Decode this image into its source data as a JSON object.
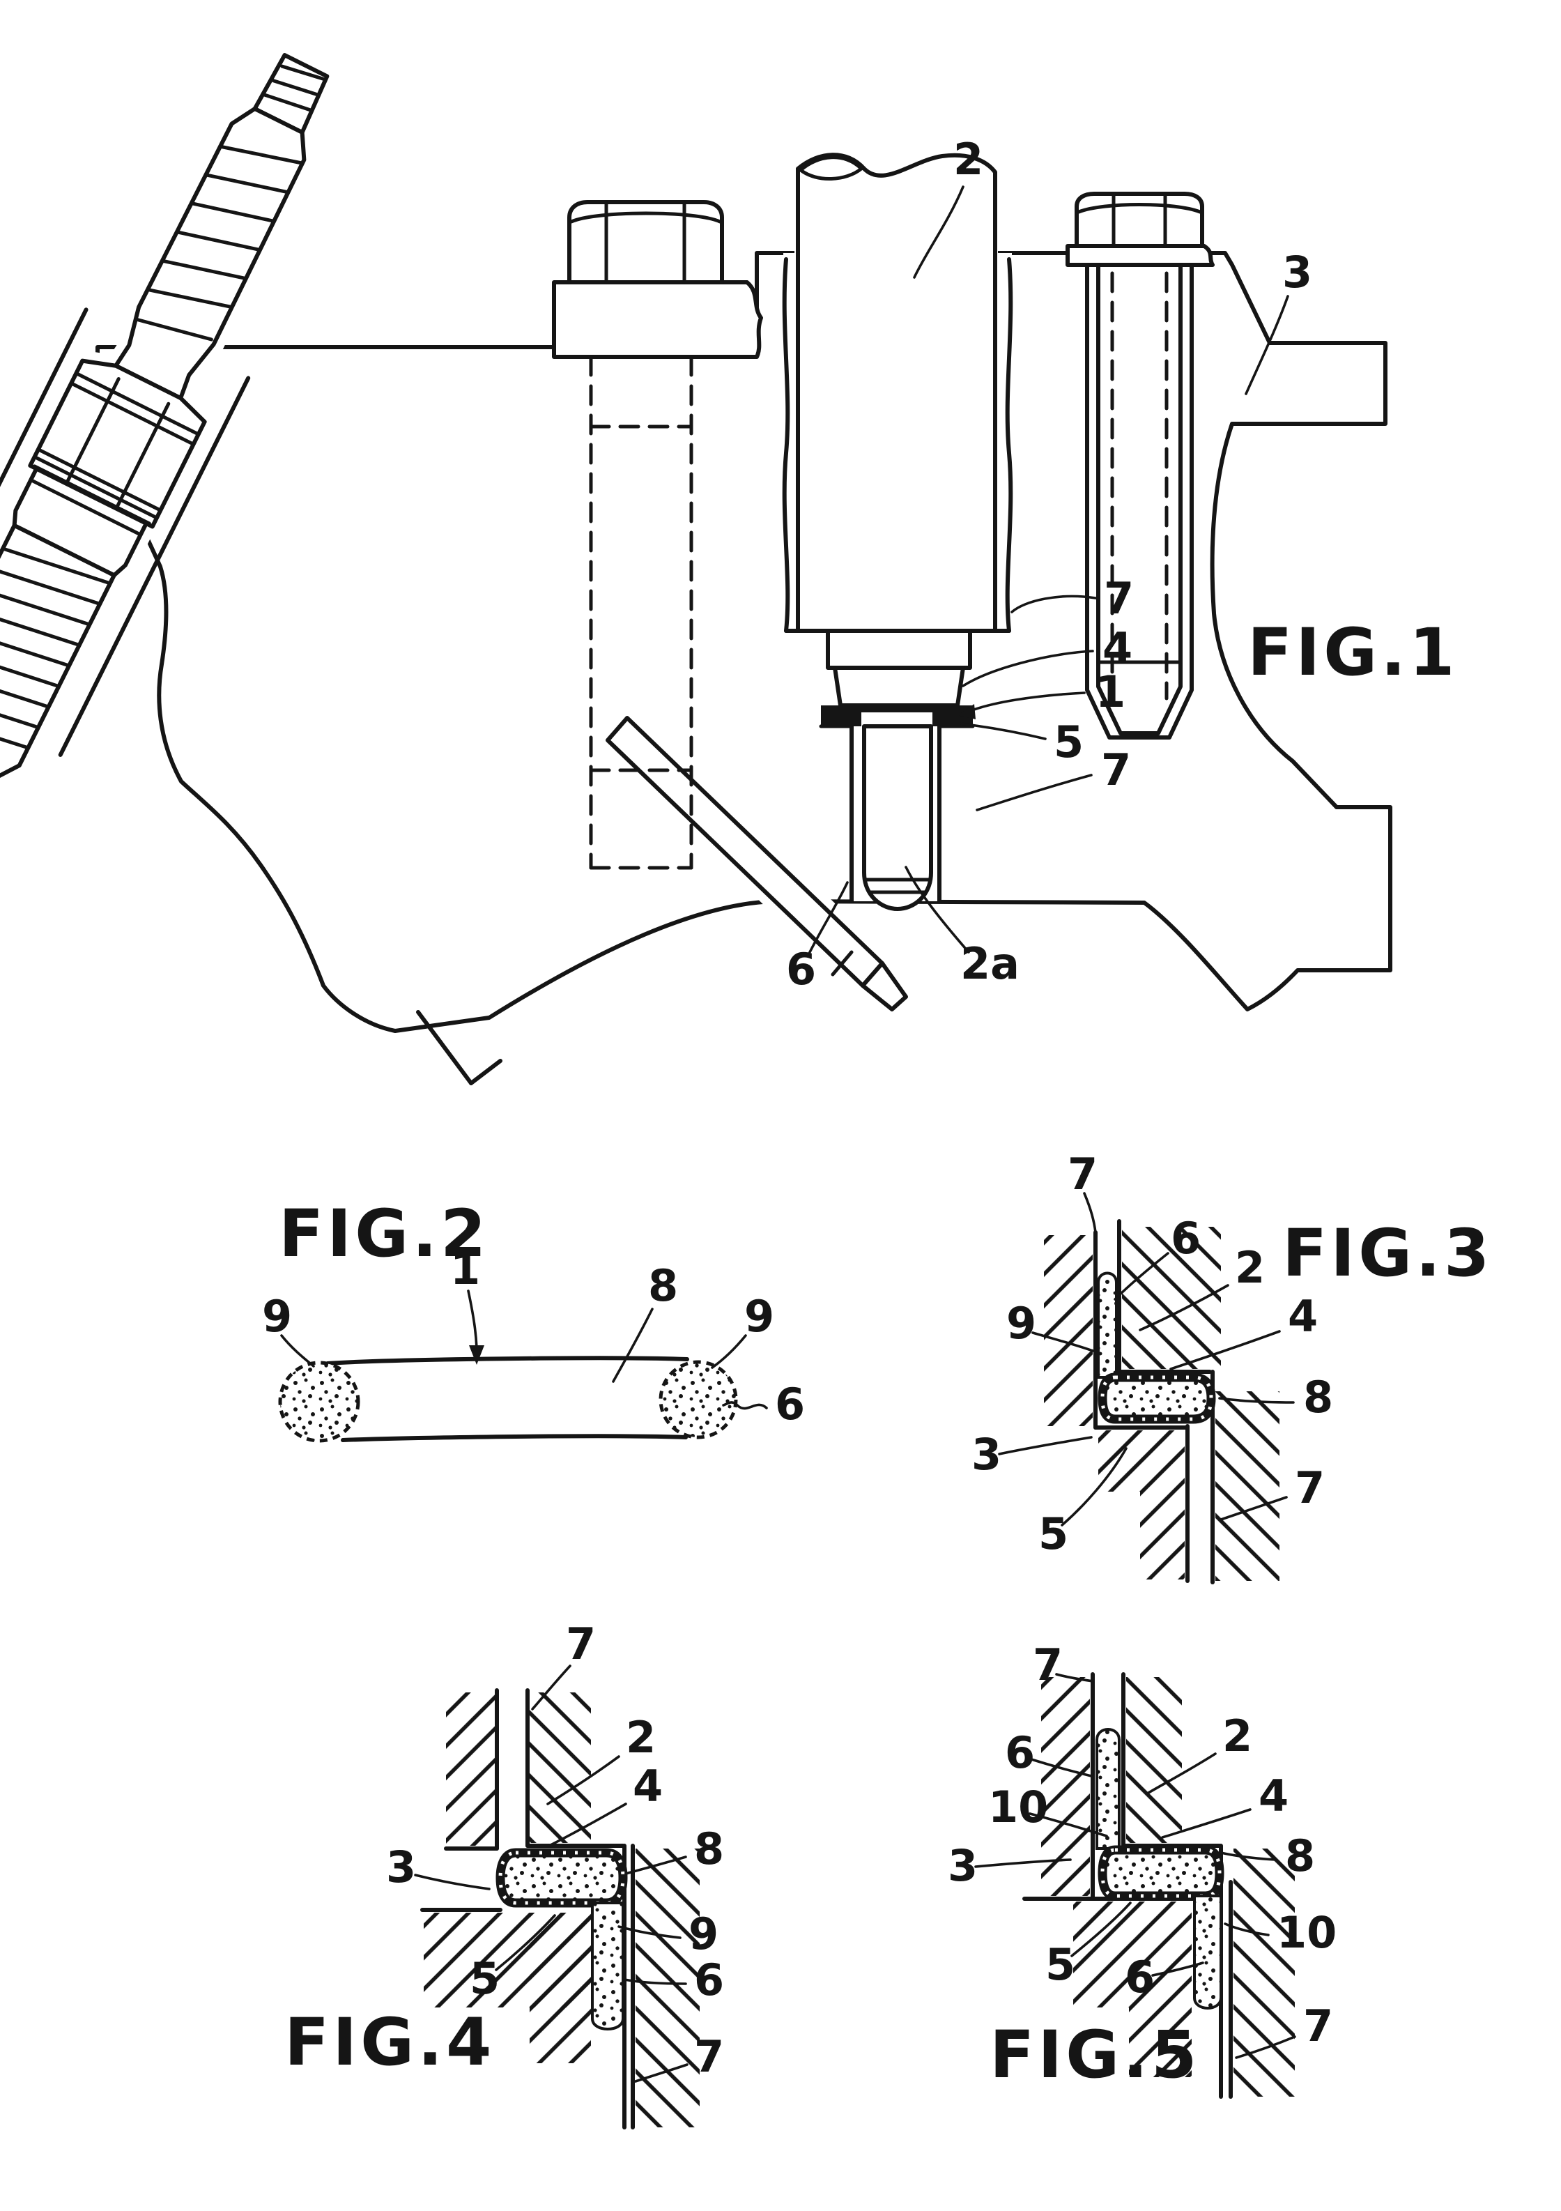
{
  "document": {
    "kind": "patent-figure-sheet",
    "background": "#ffffff",
    "ink_color": "#151515",
    "figure_count": 5
  },
  "fig1": {
    "title": "FIG.1",
    "description": "Sectional view of cylinder head with inclined spark plug, central fuel injector and fixing bolts",
    "c2": "2",
    "c3": "3",
    "c7a": "7",
    "c4": "4",
    "c1": "1",
    "c5": "5",
    "c7b": "7",
    "c6": "6",
    "c2a": "2a"
  },
  "fig2": {
    "title": "FIG.2",
    "description": "Side view of sealing ring",
    "c1": "1",
    "c9l": "9",
    "c8": "8",
    "c9r": "9",
    "c6": "6"
  },
  "fig3": {
    "title": "FIG.3",
    "description": "Detail section of seal seat, first variant",
    "c7a": "7",
    "c6": "6",
    "c2": "2",
    "c9": "9",
    "c4": "4",
    "c8": "8",
    "c3": "3",
    "c5": "5",
    "c7b": "7"
  },
  "fig4": {
    "title": "FIG.4",
    "description": "Detail section of seal seat, second variant",
    "c7a": "7",
    "c2": "2",
    "c4": "4",
    "c3": "3",
    "c8": "8",
    "c5": "5",
    "c9": "9",
    "c6": "6",
    "c7b": "7"
  },
  "fig5": {
    "title": "FIG.5",
    "description": "Detail section of seal seat, third variant",
    "c7a": "7",
    "c6a": "6",
    "c10a": "10",
    "c3": "3",
    "c2": "2",
    "c4": "4",
    "c8": "8",
    "c10b": "10",
    "c5": "5",
    "c6b": "6",
    "c7b": "7"
  }
}
